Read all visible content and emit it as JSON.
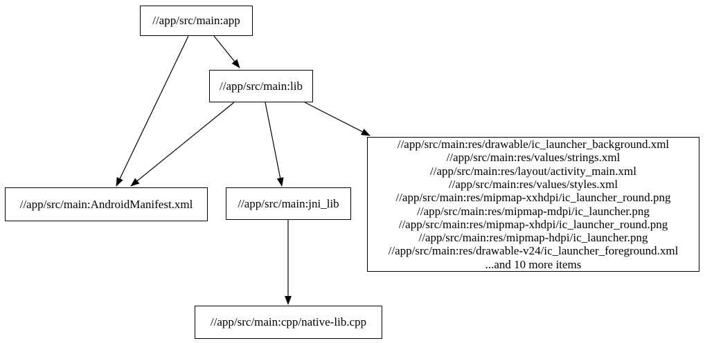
{
  "graph": {
    "colors": {
      "background": "#ffffff",
      "node_border": "#000000",
      "edge": "#000000",
      "text": "#000000"
    },
    "nodes": {
      "app": {
        "label": "//app/src/main:app"
      },
      "lib": {
        "label": "//app/src/main:lib"
      },
      "manifest": {
        "label": "//app/src/main:AndroidManifest.xml"
      },
      "jni_lib": {
        "label": "//app/src/main:jni_lib"
      },
      "cpp": {
        "label": "//app/src/main:cpp/native-lib.cpp"
      },
      "res_group": {
        "lines": [
          "//app/src/main:res/drawable/ic_launcher_background.xml",
          "//app/src/main:res/values/strings.xml",
          "//app/src/main:res/layout/activity_main.xml",
          "//app/src/main:res/values/styles.xml",
          "//app/src/main:res/mipmap-xxhdpi/ic_launcher_round.png",
          "//app/src/main:res/mipmap-mdpi/ic_launcher.png",
          "//app/src/main:res/mipmap-xhdpi/ic_launcher_round.png",
          "//app/src/main:res/mipmap-hdpi/ic_launcher.png",
          "//app/src/main:res/drawable-v24/ic_launcher_foreground.xml",
          "...and 10 more items"
        ]
      }
    },
    "edges": [
      {
        "from": "//app/src/main:app",
        "to": "//app/src/main:lib"
      },
      {
        "from": "//app/src/main:app",
        "to": "//app/src/main:AndroidManifest.xml"
      },
      {
        "from": "//app/src/main:lib",
        "to": "//app/src/main:AndroidManifest.xml"
      },
      {
        "from": "//app/src/main:lib",
        "to": "//app/src/main:jni_lib"
      },
      {
        "from": "//app/src/main:lib",
        "to": "res-file-group"
      },
      {
        "from": "//app/src/main:jni_lib",
        "to": "//app/src/main:cpp/native-lib.cpp"
      }
    ]
  }
}
